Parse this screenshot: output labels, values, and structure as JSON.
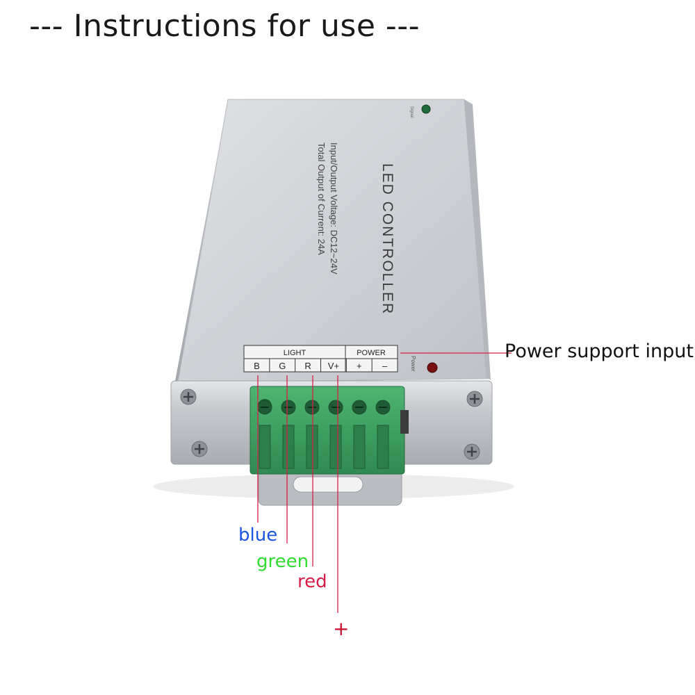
{
  "title": "--- Instructions for use ---",
  "device": {
    "name": "LED CONTROLLER",
    "spec_voltage": "Input/Output Voltage: DC12~24V",
    "spec_current": "Total Output of Current: 24A",
    "top_led_label": "Signal",
    "power_led_label": "Power"
  },
  "terminal_block": {
    "group_light": "LIGHT",
    "group_power": "POWER",
    "pins": [
      "B",
      "G",
      "R",
      "V+",
      "+",
      "–"
    ]
  },
  "callouts": {
    "power_input": "Power support input",
    "blue": "blue",
    "green": "green",
    "red": "red",
    "plus": "+"
  },
  "colors": {
    "blue": "#1b54e0",
    "green": "#2fdc2f",
    "red": "#d81e47",
    "plus": "#c8102e",
    "leader_line": "#d81e47",
    "terminal_green": "#3a9a5c",
    "case": "#c9ccd1"
  }
}
